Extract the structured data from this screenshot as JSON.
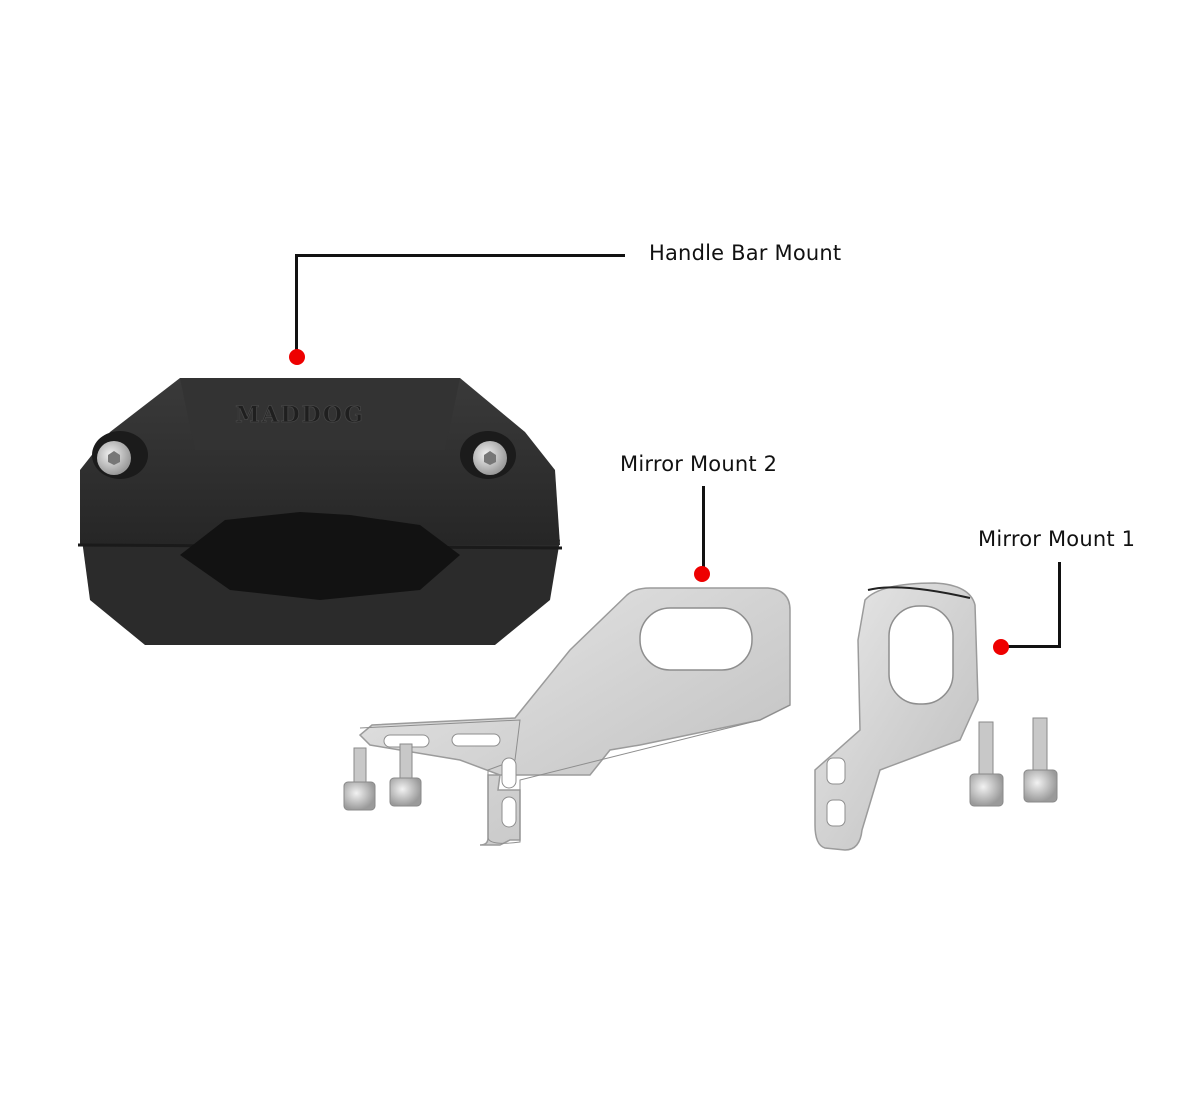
{
  "diagram": {
    "background": "#ffffff",
    "callout_color": "#111111",
    "marker_color": "#ee0000",
    "brand_embossing": "MADDOG",
    "callouts": [
      {
        "id": "handle-bar-mount",
        "label": "Handle Bar Mount"
      },
      {
        "id": "mirror-mount-2",
        "label": "Mirror Mount 2"
      },
      {
        "id": "mirror-mount-1",
        "label": "Mirror Mount 1"
      }
    ],
    "parts": [
      {
        "name": "handle-bar-clamp",
        "color": "black",
        "screws": 2
      },
      {
        "name": "mirror-bracket-2",
        "color": "stainless",
        "loose_screws": 2
      },
      {
        "name": "mirror-bracket-1",
        "color": "stainless",
        "loose_screws": 2
      }
    ]
  }
}
